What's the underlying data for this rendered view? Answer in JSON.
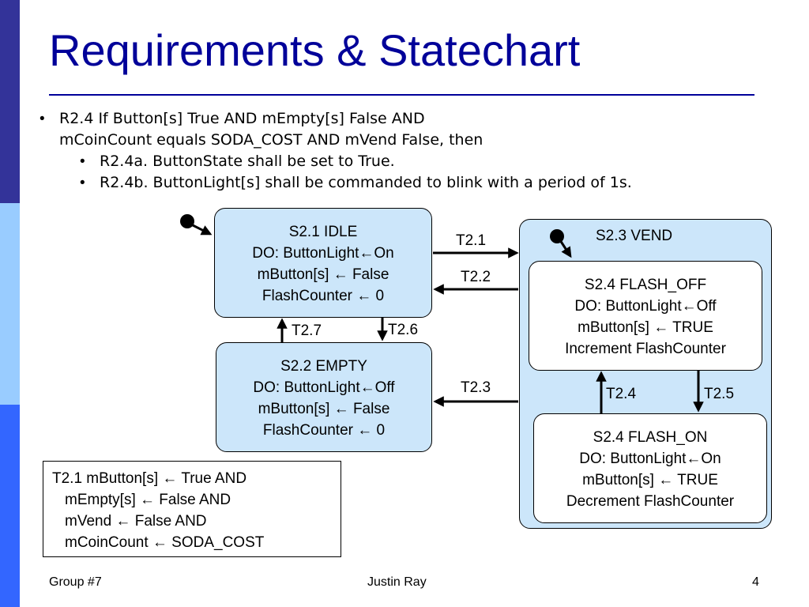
{
  "slide": {
    "title": "Requirements & Statechart"
  },
  "requirements": {
    "r24_line1": "R2.4 If Button[s] True AND mEmpty[s] False AND",
    "r24_line2": "mCoinCount equals SODA_COST AND mVend False, then",
    "r24a": "R2.4a. ButtonState shall be set to True.",
    "r24b": "R2.4b.  ButtonLight[s] shall be commanded to blink with a period of 1s."
  },
  "states": {
    "idle": {
      "lines": [
        "S2.1 IDLE",
        "DO:  ButtonLight←On",
        "mButton[s] ← False",
        "FlashCounter ← 0"
      ]
    },
    "empty": {
      "lines": [
        "S2.2 EMPTY",
        "DO:  ButtonLight←Off",
        "mButton[s] ← False",
        "FlashCounter ← 0"
      ]
    },
    "vend": {
      "label": "S2.3 VEND"
    },
    "flash_off": {
      "lines": [
        "S2.4 FLASH_OFF",
        "DO:  ButtonLight←Off",
        "mButton[s] ← TRUE",
        "Increment FlashCounter"
      ]
    },
    "flash_on": {
      "lines": [
        "S2.4 FLASH_ON",
        "DO:  ButtonLight←On",
        "mButton[s] ← TRUE",
        "Decrement FlashCounter"
      ]
    }
  },
  "transitions": {
    "t21": "T2.1",
    "t22": "T2.2",
    "t23": "T2.3",
    "t24": "T2.4",
    "t25": "T2.5",
    "t26": "T2.6",
    "t27": "T2.7"
  },
  "condition": {
    "lines": [
      "T2.1  mButton[s] ← True AND",
      "  mEmpty[s] ← False AND",
      "  mVend ← False AND",
      "  mCoinCount  ← SODA_COST"
    ]
  },
  "footer": {
    "left": "Group #7",
    "center": "Justin Ray",
    "right": "4"
  }
}
